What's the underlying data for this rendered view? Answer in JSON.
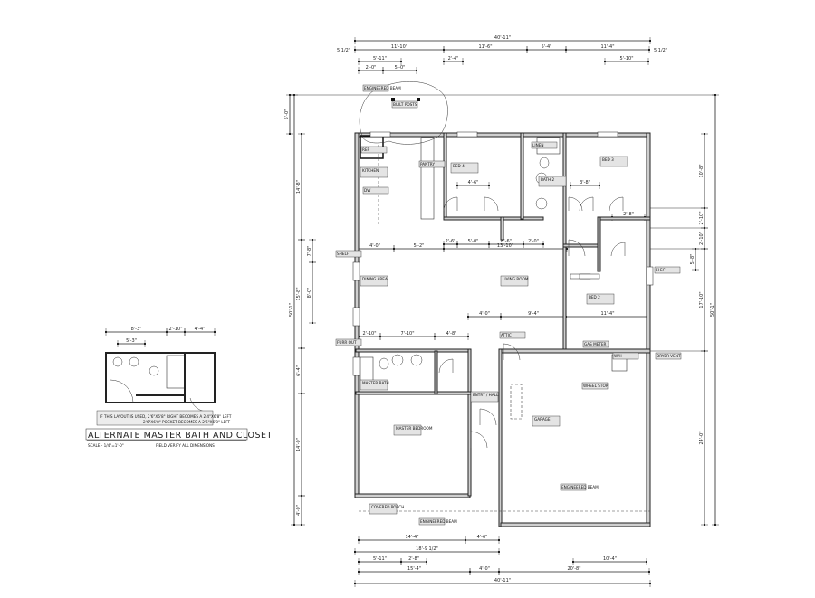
{
  "drawing": {
    "overall_width": "40'-11\"",
    "overall_depth": "50'-1\"",
    "top_dims": [
      "11'-10\"",
      "11'-6\"",
      "5'-4\"",
      "11'-4\""
    ],
    "top_sub_dims": [
      "5'-11\"",
      "2'-0\"",
      "5'-0\"",
      "2'-4\"",
      "5'-10\""
    ],
    "offset_dims": [
      "5 1/2\"",
      "5 1/2\"",
      "5'-0\"",
      "5 1/2\""
    ],
    "bottom_dims": [
      "14'-4\"",
      "4'-6\"",
      "18'-9 1/2\"",
      "5'-11\"",
      "2'-8\"",
      "15'-4\"",
      "4'-0\"",
      "20'-8\"",
      "10'-4\""
    ],
    "left_dims": [
      "14'-8\"",
      "15'-8\"",
      "6'-4\"",
      "14'-0\"",
      "4'-0\"",
      "7'-8\"",
      "8'-0\""
    ],
    "right_dims": [
      "10'-8\"",
      "2'-10\"",
      "2'-10\"",
      "17'-10\"",
      "24'-0\"",
      "5'-8\""
    ],
    "interior_dims": [
      "4'-0\"",
      "5'-2\"",
      "13'-10\"",
      "2'-6\"",
      "5'-0\"",
      "6'-6\"",
      "2'-0\"",
      "4'-6\"",
      "3'-8\"",
      "2'-8\"",
      "4'-0\"",
      "9'-4\"",
      "11'-4\"",
      "2'-10\"",
      "7'-10\"",
      "4'-8\""
    ],
    "rooms": [
      "KITCHEN",
      "BED 4",
      "BATH 2",
      "BED 3",
      "DINING AREA",
      "LIVING ROOM",
      "BED 2",
      "MASTER BATH",
      "MASTER BEDROOM",
      "ENTRY / HALL",
      "GARAGE",
      "COVERED PORCH"
    ],
    "notes": [
      "ENGINEERED BEAM",
      "BUILT POSTS",
      "ENGINEERED BEAM",
      "ENGINEERED BEAM",
      "WHEEL STOP",
      "DRYER VENT",
      "GAS METER",
      "FURR OUT",
      "ATTIC",
      "SHELF",
      "PANTRY",
      "REF",
      "DW",
      "W/H",
      "LINEN",
      "ELEC"
    ]
  },
  "alternate": {
    "title": "ALTERNATE MASTER BATH AND CLOSET",
    "scale": "SCALE - 1/4\"=1'-0\"",
    "note": "FIELD VERIFY ALL DIMENSIONS",
    "note_lines": [
      "IF THIS LAYOUT IS USED, 2'6\"X6'8\" RIGHT BECOMES A 2'4\"X6'8\" LEFT",
      "2'6\"X6'8\" POCKET BECOMES A 2'6\"X6'8\" LEFT"
    ],
    "dims": [
      "8'-3\"",
      "2'-10\"",
      "4'-4\"",
      "5'-3\""
    ]
  }
}
